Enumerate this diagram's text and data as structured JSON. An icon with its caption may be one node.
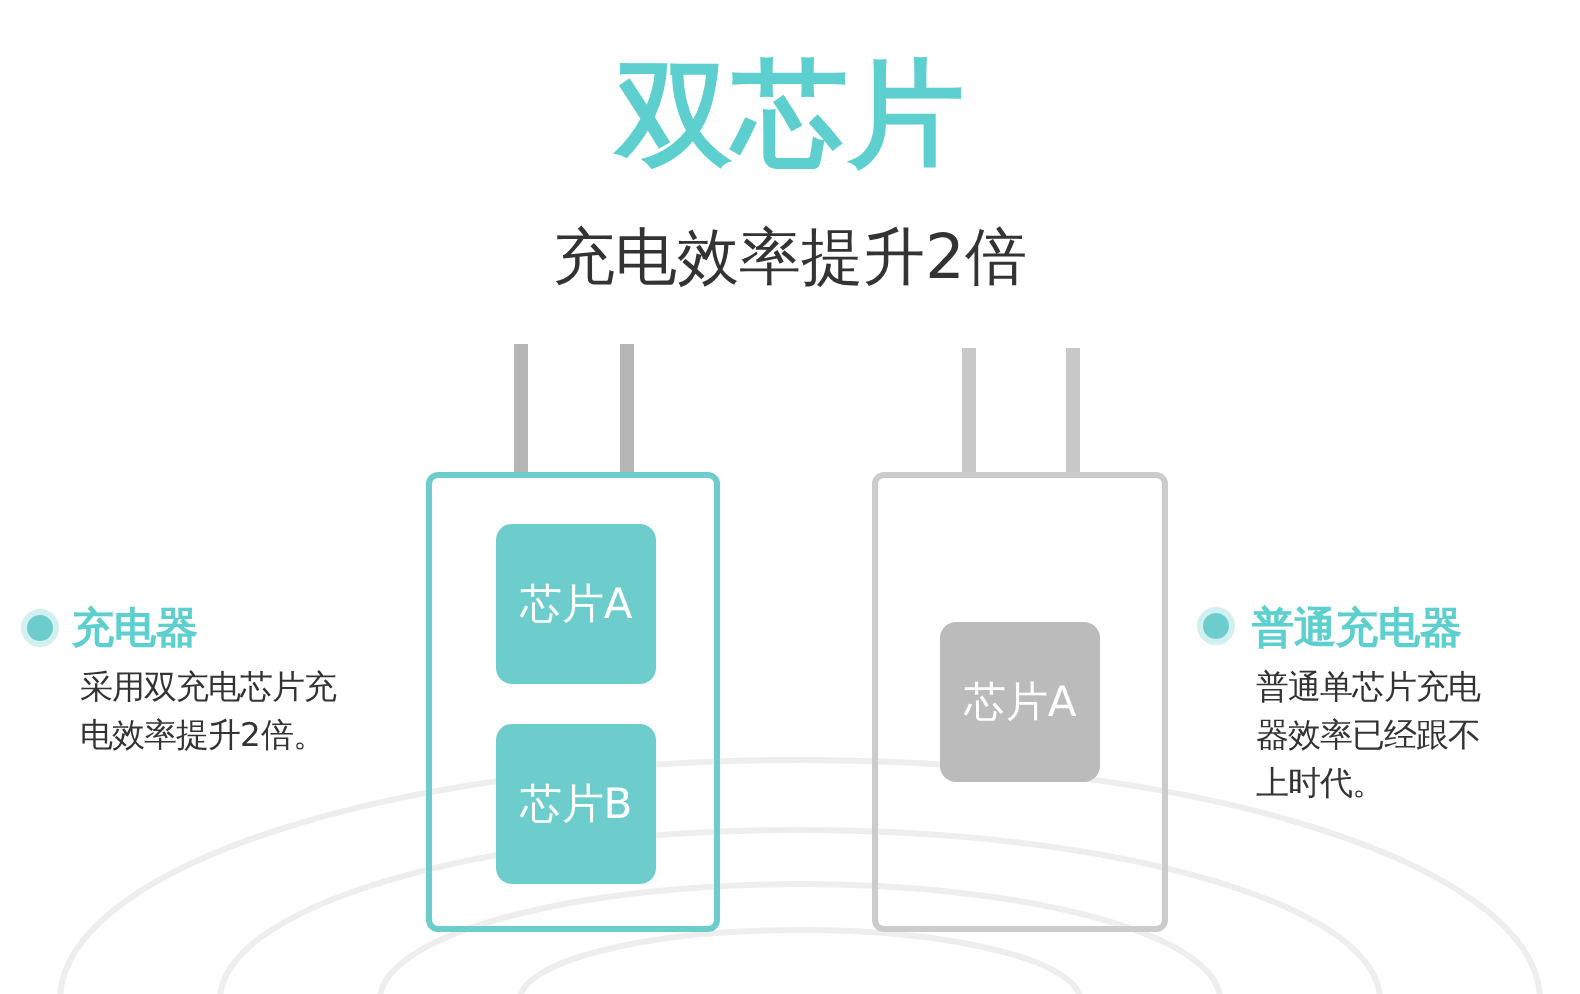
{
  "diagram": {
    "title": "双芯片",
    "nodes": [
      {
        "text": [],
        "shape": "box"
      },
      {
        "text": [
          "芯片A"
        ],
        "in": 0
      },
      {
        "text": [
          "芯片B"
        ],
        "in": 0
      },
      {
        "text": [],
        "shape": "box"
      },
      {
        "text": [
          "芯片A"
        ],
        "in": 3
      }
    ],
    "labels": [
      "充电效率提升2倍",
      "充电器",
      "采用双充电芯片充电效率提升2倍。",
      "普通充电器",
      "普通单芯片充电器效率已经跟不上时代。"
    ]
  }
}
